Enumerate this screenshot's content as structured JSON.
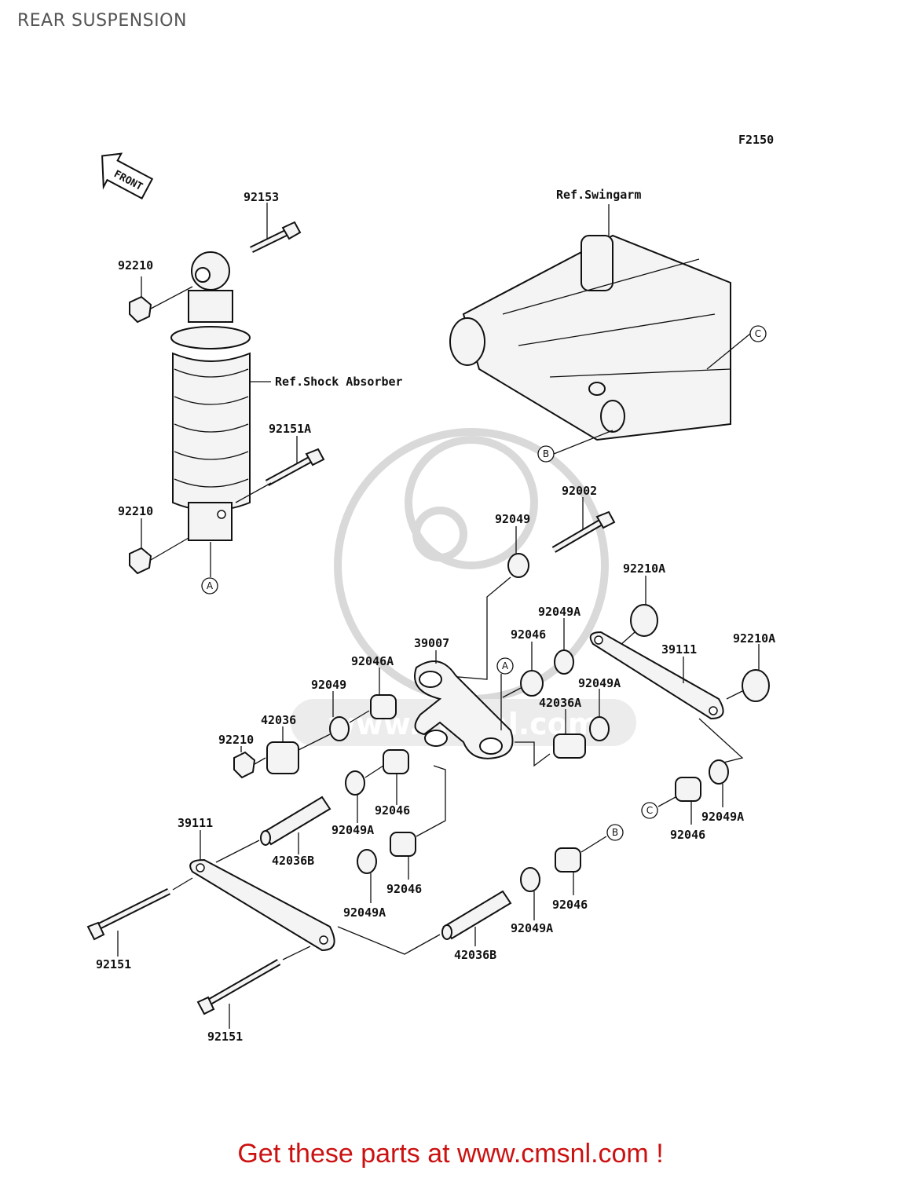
{
  "page": {
    "title": "REAR SUSPENSION",
    "figure_code": "F2150"
  },
  "front_indicator": "FRONT",
  "references": {
    "swingarm": "Ref.Swingarm",
    "shock": "Ref.Shock Absorber"
  },
  "callouts": {
    "a": "A",
    "b": "B",
    "c": "C"
  },
  "parts": {
    "p92153": "92153",
    "p92210_top": "92210",
    "p92151a": "92151A",
    "p92210_mid": "92210",
    "p92002": "92002",
    "p92049_top": "92049",
    "p92210a_1": "92210A",
    "p92049a_1": "92049A",
    "p92046_1": "92046",
    "p39007": "39007",
    "p39111_right": "39111",
    "p92210a_2": "92210A",
    "p92046a": "92046A",
    "p92049a_2": "92049A",
    "p92049_mid": "92049",
    "p42036a": "42036A",
    "p42036": "42036",
    "p92210_low": "92210",
    "p92046_2": "92046",
    "p92049a_3": "92049A",
    "p92046_3": "92046",
    "p92049a_4": "92049A",
    "p39111_left": "39111",
    "p42036b_1": "42036B",
    "p92046_4": "92046",
    "p92049a_5": "92049A",
    "p92046_5": "92046",
    "p92049a_6": "92049A",
    "p42036b_2": "42036B",
    "p92151_1": "92151",
    "p92151_2": "92151"
  },
  "watermark": "www.cmsnl.com",
  "promo": {
    "text": "Get these parts at www.cmsnl.com !",
    "color": "#cc1111"
  }
}
